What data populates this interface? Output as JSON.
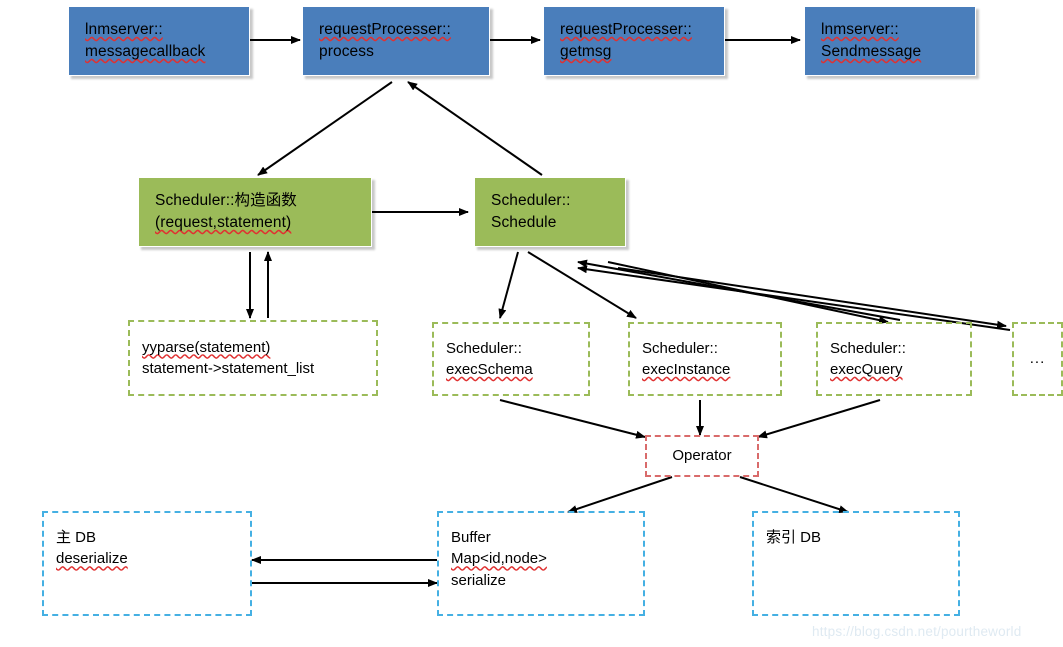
{
  "diagram": {
    "title": "Request processing and scheduler architecture flow",
    "colors": {
      "blue_fill": "#4a7ebb",
      "green_fill": "#9bbb59",
      "green_dashed": "#9bbb59",
      "red_dashed": "#d96b6b",
      "blue_dashed": "#45b0e3",
      "arrow": "#000000",
      "text": "#000000",
      "watermark": "#dfeaf2"
    },
    "top_row": [
      {
        "id": "messagecallback",
        "line1": "lnmserver::",
        "line2": "messagecallback"
      },
      {
        "id": "process",
        "line1": "requestProcesser::",
        "line2": "process"
      },
      {
        "id": "getmsg",
        "line1": "requestProcesser::",
        "line2": "getmsg"
      },
      {
        "id": "sendmessage",
        "line1": "lnmserver::",
        "line2": "Sendmessage"
      }
    ],
    "scheduler_row": [
      {
        "id": "constructor",
        "line1": "Scheduler::构造函数",
        "line2": "(request,statement)"
      },
      {
        "id": "schedule",
        "line1": "Scheduler::",
        "line2": "Schedule"
      }
    ],
    "parse_box": {
      "id": "yyparse",
      "line1": "yyparse(statement)",
      "line2": "statement->statement_list"
    },
    "exec_row": [
      {
        "id": "execschema",
        "line1": "Scheduler::",
        "line2": "execSchema"
      },
      {
        "id": "execinstance",
        "line1": "Scheduler::",
        "line2": "execInstance"
      },
      {
        "id": "execquery",
        "line1": "Scheduler::",
        "line2": "execQuery"
      },
      {
        "id": "more",
        "line1": "...",
        "line2": ""
      }
    ],
    "operator_box": {
      "id": "operator",
      "label": "Operator"
    },
    "storage_row": [
      {
        "id": "main-db",
        "line1": "主 DB",
        "line2": "deserialize",
        "line3": ""
      },
      {
        "id": "buffer",
        "line1": "Buffer",
        "line2": "Map<id,node>",
        "line3": "serialize"
      },
      {
        "id": "index-db",
        "line1": "索引 DB",
        "line2": "",
        "line3": ""
      }
    ],
    "watermark": "https://blog.csdn.net/pourtheworld"
  }
}
